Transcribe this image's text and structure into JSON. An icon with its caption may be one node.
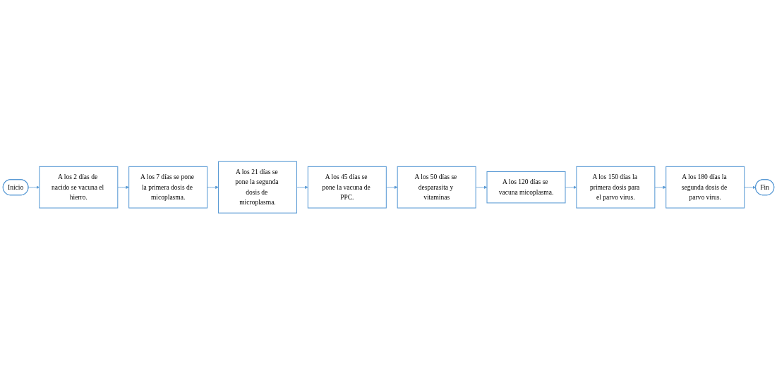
{
  "diagram": {
    "nodes": [
      {
        "text": [
          "Inicio"
        ]
      },
      {
        "text": [
          "A los 2 días de nacido se vacuna el hierro."
        ]
      },
      {
        "text": [
          "A los 7 días se pone la primera dosis de micoplasma."
        ]
      },
      {
        "text": [
          "A los 21 días se pone la segunda dosis de microplasma."
        ]
      },
      {
        "text": [
          "A los 45 días se pone la vacuna de PPC."
        ]
      },
      {
        "text": [
          "A los 50 días se desparasita y vitaminas"
        ]
      },
      {
        "text": [
          "A los 120 días se vacuna micoplasma."
        ]
      },
      {
        "text": [
          "A los 150 días la primera dosis para el parvo virus."
        ]
      },
      {
        "text": [
          "A los 180 días la segunda dosis de parvo virus."
        ]
      },
      {
        "text": [
          "Fin"
        ]
      }
    ],
    "edges": [
      {
        "from": 0,
        "to": 1,
        "arrow": "to"
      },
      {
        "from": 1,
        "to": 2,
        "arrow": "to"
      },
      {
        "from": 2,
        "to": 3,
        "arrow": "to"
      },
      {
        "from": 3,
        "to": 4,
        "arrow": "to"
      },
      {
        "from": 4,
        "to": 5,
        "arrow": "to"
      },
      {
        "from": 5,
        "to": 6,
        "arrow": "to"
      },
      {
        "from": 6,
        "to": 7,
        "arrow": "to"
      },
      {
        "from": 7,
        "to": 8,
        "arrow": "to"
      },
      {
        "from": 8,
        "to": 9,
        "arrow": "to"
      }
    ]
  }
}
